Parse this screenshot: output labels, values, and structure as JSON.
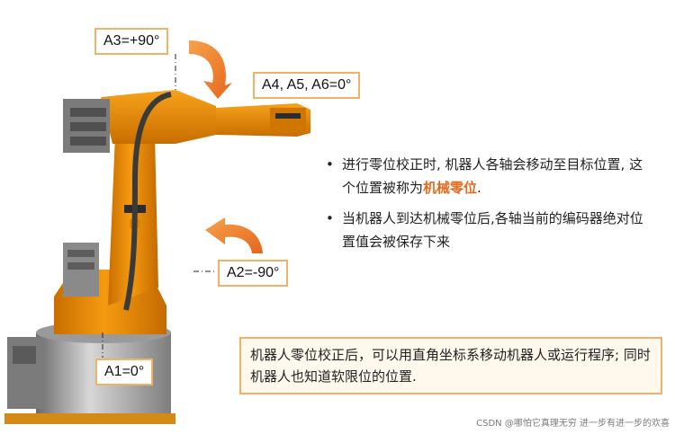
{
  "labels": {
    "a3": "A3=+90°",
    "a456": "A4, A5, A6=0°",
    "a2": "A2=-90°",
    "a1": "A1=0°"
  },
  "bullets": {
    "b1_prefix": "进行零位校正时, 机器人各轴会移动至目标位置, 这个位置被称为",
    "b1_highlight": "机械零位",
    "b1_suffix": ".",
    "b2": "当机器人到达机械零位后,各轴当前的编码器绝对位置值会被保存下来"
  },
  "note": "机器人零位校正后，可以用直角坐标系移动机器人或运行程序; 同时机器人也知道软限位的位置.",
  "watermark": "CSDN @哪怕它真理无穷 进一步有进一步的欢喜",
  "colors": {
    "robot_orange": "#f08a00",
    "robot_shadow": "#c86e00",
    "label_border": "#f0b266",
    "highlight_text": "#e56a1e",
    "note_bg": "#fff8ec"
  }
}
